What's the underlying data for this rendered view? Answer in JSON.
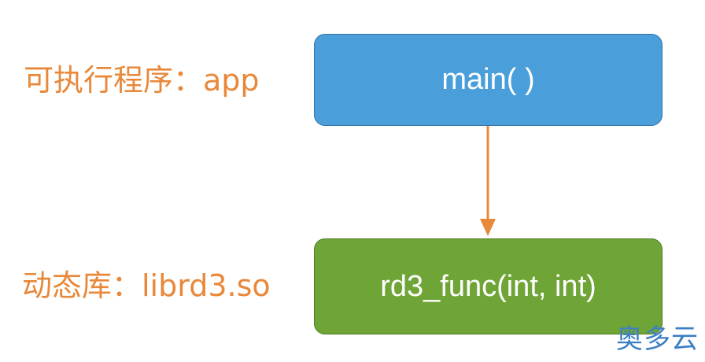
{
  "labels": {
    "app": "可执行程序：app",
    "lib": "动态库：librd3.so"
  },
  "boxes": {
    "main": "main( )",
    "func": "rd3_func(int, int)"
  },
  "watermark": "奥多云",
  "colors": {
    "label": "#e8883a",
    "box_main": "#4a9fdb",
    "box_func": "#6fa536",
    "arrow": "#e8883a",
    "watermark": "#3d7fc4"
  }
}
